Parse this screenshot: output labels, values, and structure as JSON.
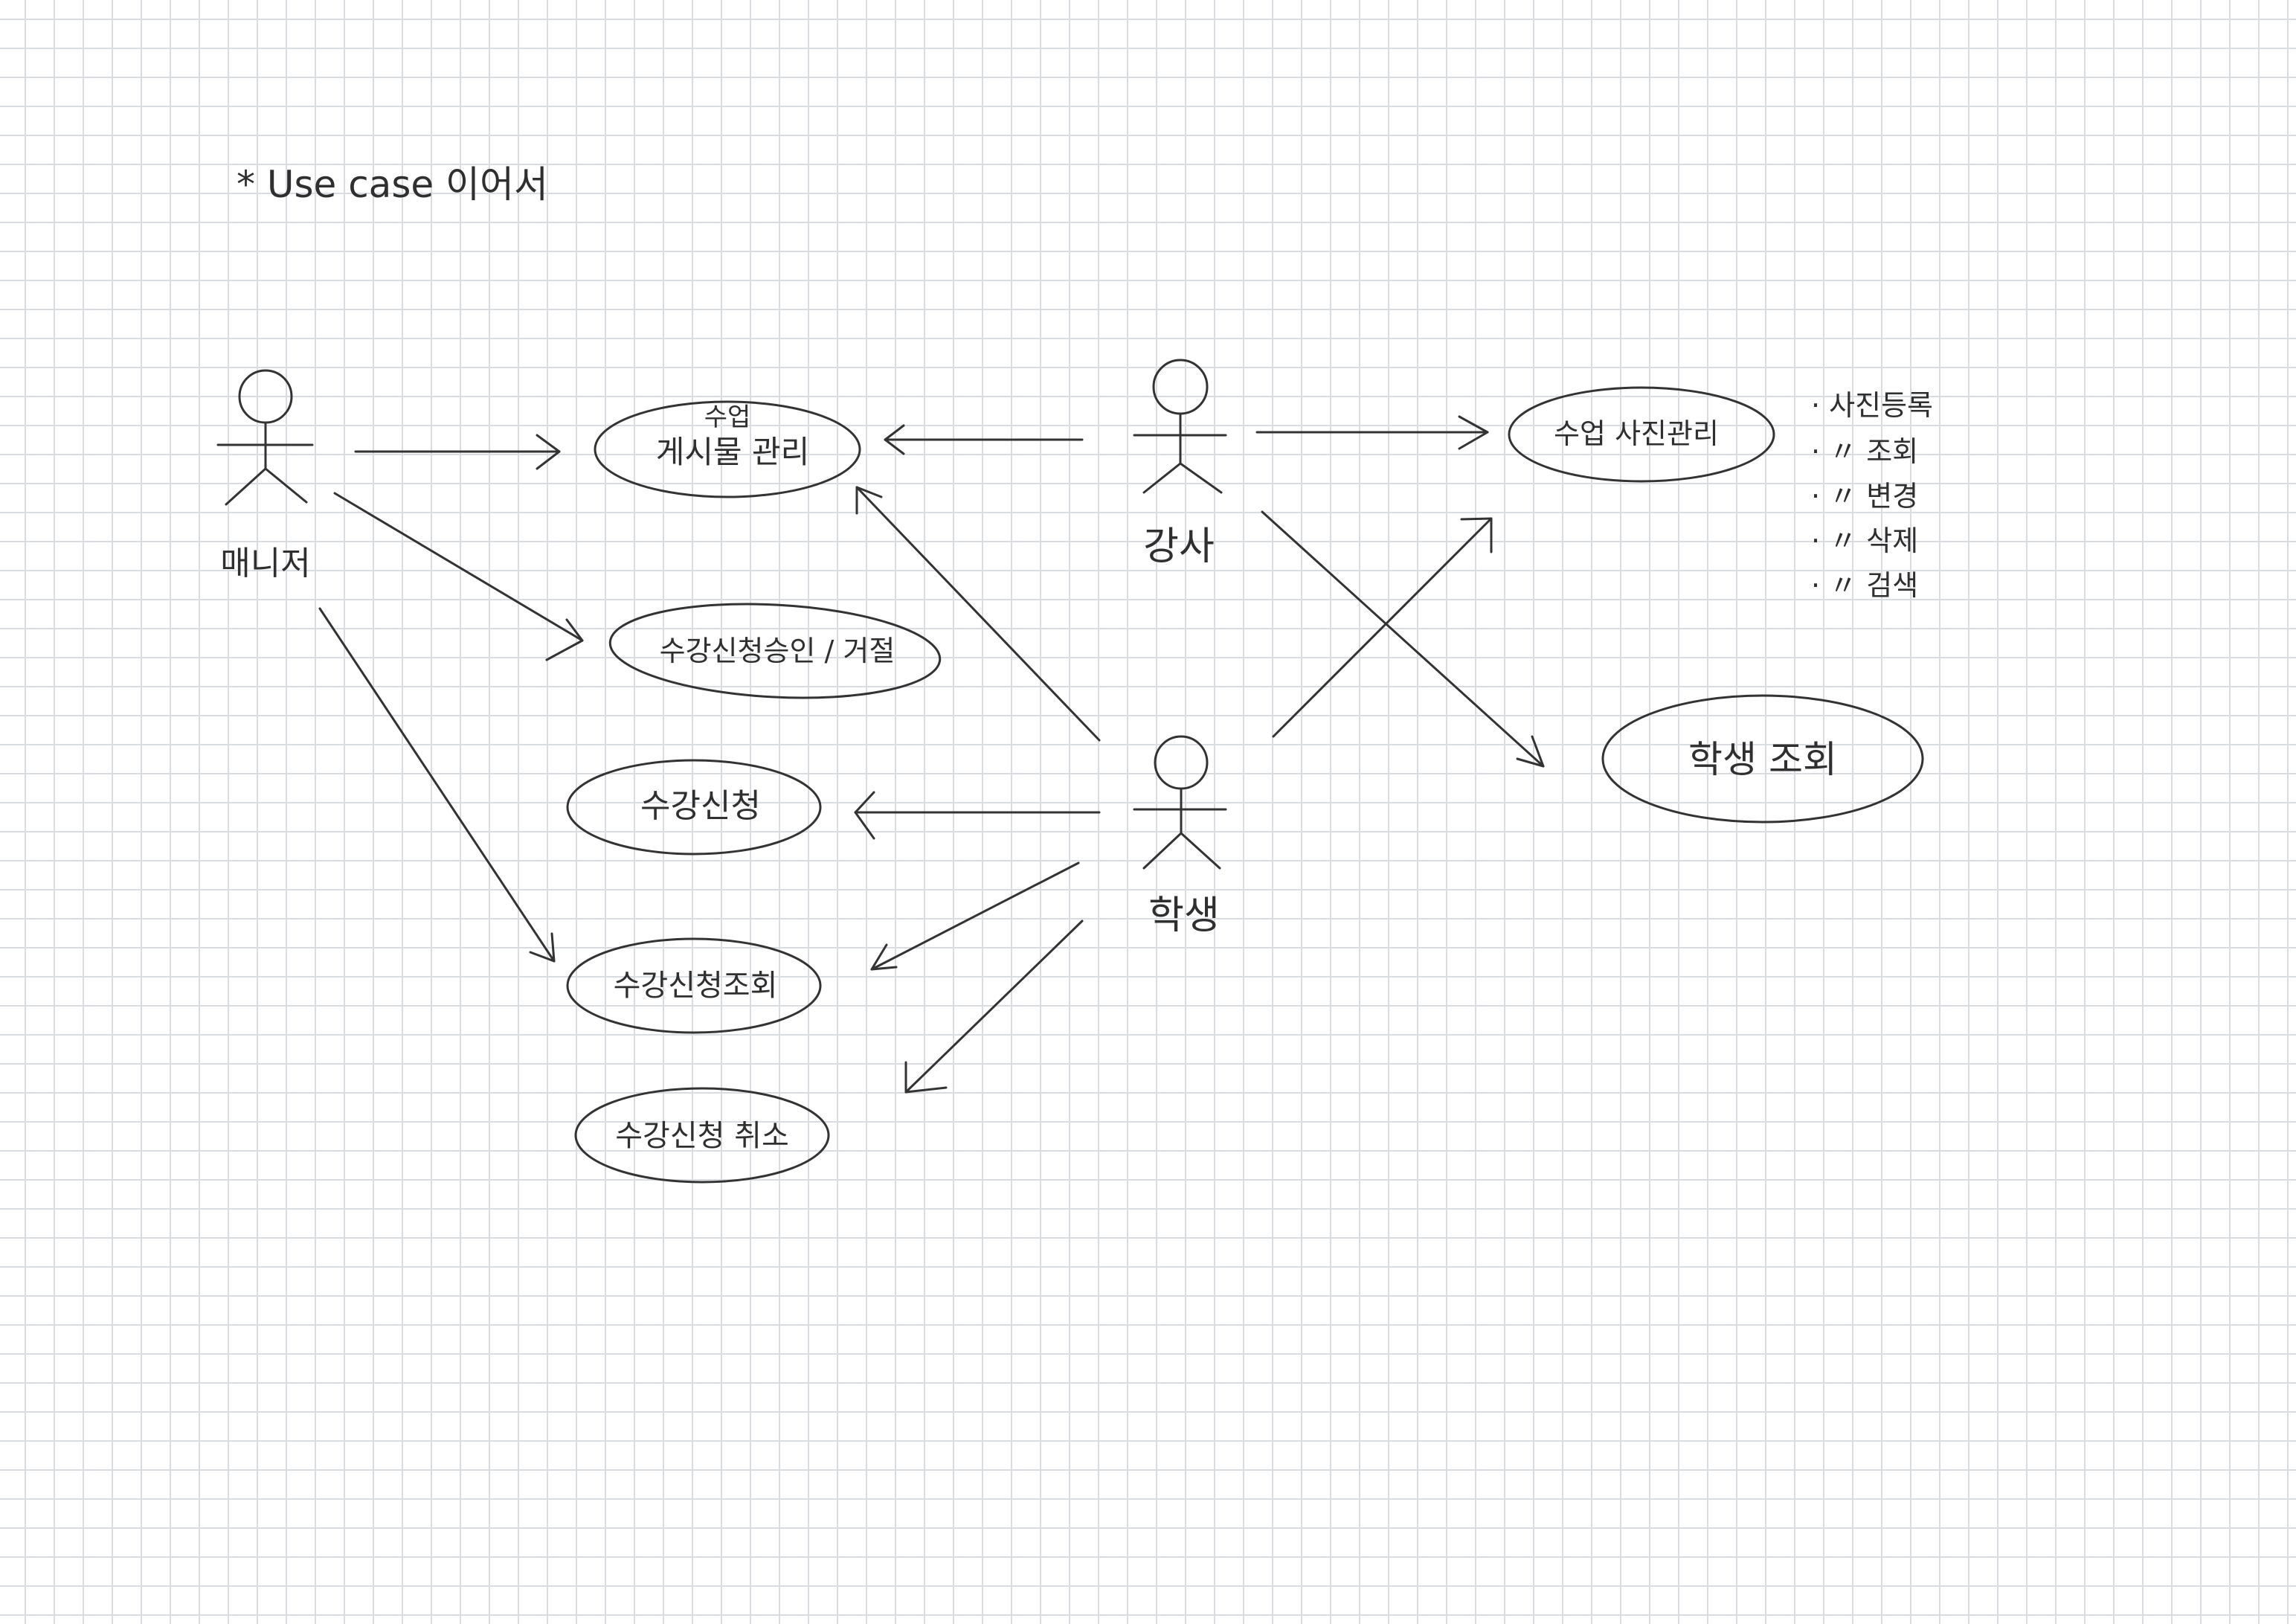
{
  "title": "* Use case  이어서",
  "actors": {
    "manager": "매니저",
    "instructor": "강사",
    "student": "학생"
  },
  "use_cases": {
    "post_management_top": "수업",
    "post_management": "게시물 관리",
    "enroll_approve": "수강신청승인 / 거절",
    "enroll": "수강신청",
    "enroll_view": "수강신청조회",
    "enroll_cancel": "수강신청 취소",
    "photo_management": "수업 사진관리",
    "student_view": "학생 조회"
  },
  "photo_notes": [
    "· 사진등록",
    "·  〃  조회",
    "·  〃  변경",
    "·  〃  삭제",
    "·  〃  검색"
  ],
  "colors": {
    "ink": "#333333",
    "grid": "#d9dce0"
  }
}
